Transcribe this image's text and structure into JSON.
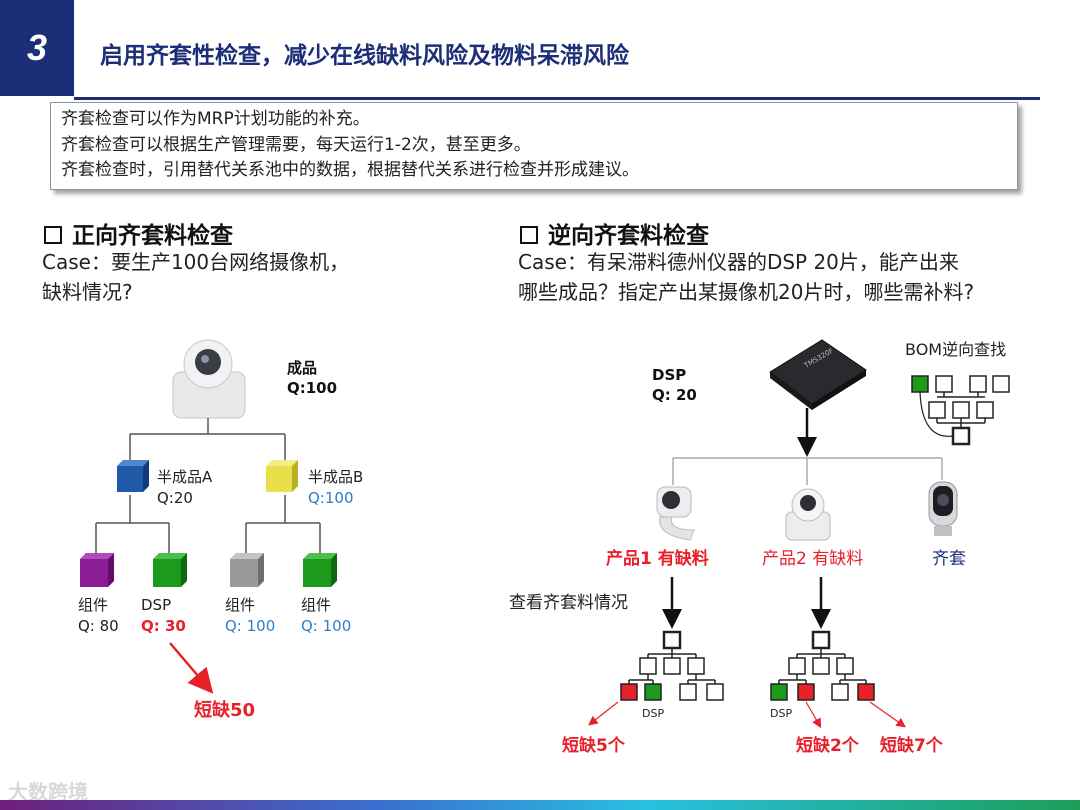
{
  "header": {
    "section_number": "3",
    "title": "启用齐套性检查，减少在线缺料风险及物料呆滞风险"
  },
  "note": {
    "lines": [
      "齐套检查可以作为MRP计划功能的补充。",
      "齐套检查可以根据生产管理需要，每天运行1-2次，甚至更多。",
      "齐套检查时，引用替代关系池中的数据，根据替代关系进行检查并形成建议。"
    ]
  },
  "forward": {
    "heading": "正向齐套料检查",
    "case_lines": [
      "Case：要生产100台网络摄像机，",
      "缺料情况?"
    ],
    "product": {
      "name": "成品",
      "qty": "Q:100"
    },
    "semi_a": {
      "name": "半成品A",
      "qty": "Q:20"
    },
    "semi_b": {
      "name": "半成品B",
      "qty": "Q:100"
    },
    "components": [
      {
        "name": "组件",
        "qty": "Q: 80"
      },
      {
        "name": "DSP",
        "qty": "Q: 30"
      },
      {
        "name": "组件",
        "qty": "Q: 100"
      },
      {
        "name": "组件",
        "qty": "Q: 100"
      }
    ],
    "shortage": "短缺50"
  },
  "reverse": {
    "heading": "逆向齐套料检查",
    "case_lines": [
      "Case：有呆滞料德州仪器的DSP 20片，能产出来",
      "哪些成品？指定产出某摄像机20片时，哪些需补料?"
    ],
    "dsp": {
      "name": "DSP",
      "qty": "Q: 20"
    },
    "bom_label": "BOM逆向查找",
    "products": [
      "产品1 有缺料",
      "产品2 有缺料",
      "齐套"
    ],
    "check_label": "查看齐套料情况",
    "dsp_small": "DSP",
    "shortages": [
      "短缺5个",
      "短缺2个",
      "短缺7个"
    ]
  },
  "watermark": "大数跨境",
  "colors": {
    "title_blue": "#1c2e78",
    "shortage_red": "#e8202a",
    "qty_blue": "#2e7fc8"
  }
}
